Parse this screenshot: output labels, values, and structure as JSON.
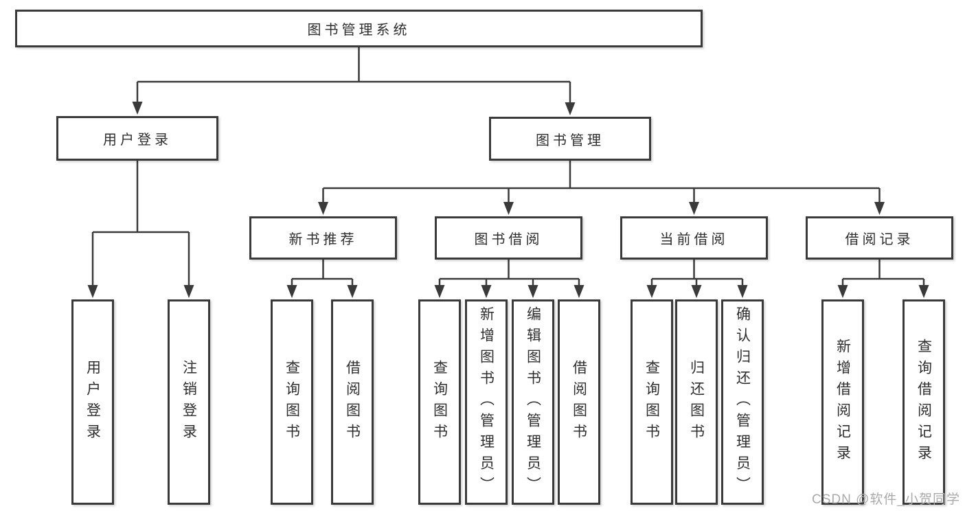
{
  "tree": {
    "root": {
      "label": "图书管理系统"
    },
    "user_login": {
      "label": "用户登录",
      "children": [
        {
          "label": "用户登录"
        },
        {
          "label": "注销登录"
        }
      ]
    },
    "book_management": {
      "label": "图书管理",
      "groups": [
        {
          "label": "新书推荐",
          "children": [
            {
              "label": "查询图书"
            },
            {
              "label": "借阅图书"
            }
          ]
        },
        {
          "label": "图书借阅",
          "children": [
            {
              "label": "查询图书"
            },
            {
              "label": "新增图书（管理员）"
            },
            {
              "label": "编辑图书（管理员）"
            },
            {
              "label": "借阅图书"
            }
          ]
        },
        {
          "label": "当前借阅",
          "children": [
            {
              "label": "查询图书"
            },
            {
              "label": "归还图书"
            },
            {
              "label": "确认归还（管理员）"
            }
          ]
        },
        {
          "label": "借阅记录",
          "children": [
            {
              "label": "新增借阅记录"
            },
            {
              "label": "查询借阅记录"
            }
          ]
        }
      ]
    }
  },
  "watermark": "CSDN @软件_小贺同学",
  "colors": {
    "line": "#3a3a3a",
    "text": "#2e2e2e",
    "background": "#ffffff",
    "watermark": "#a9a9a9"
  }
}
